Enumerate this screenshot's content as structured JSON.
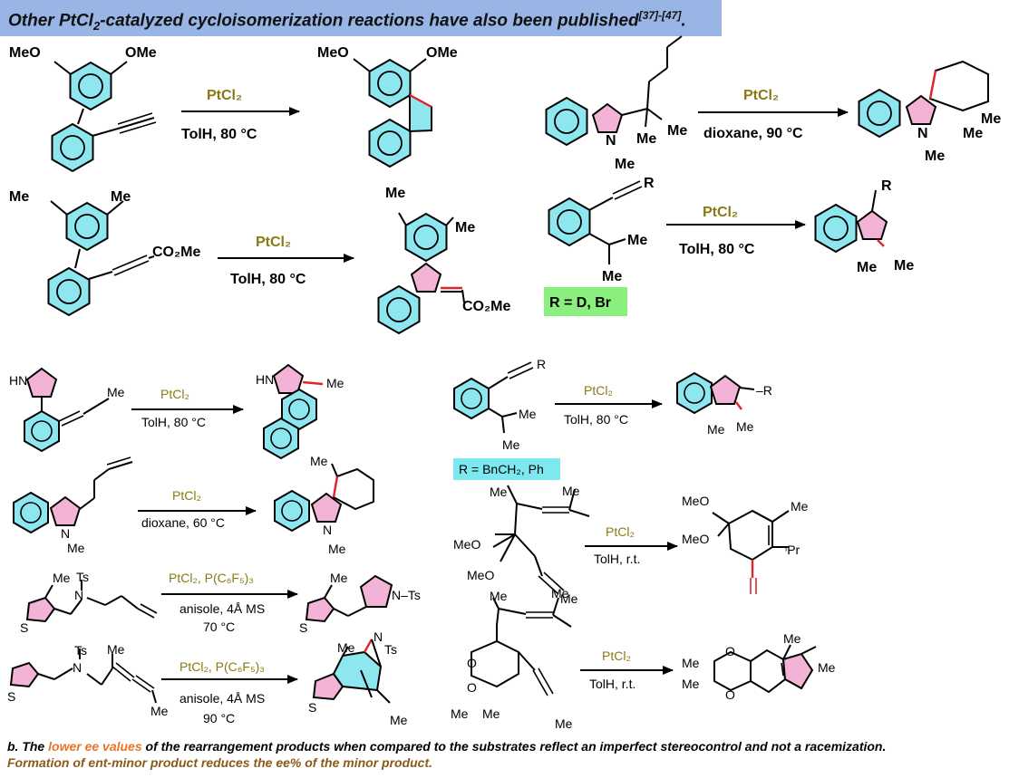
{
  "banner": {
    "pre": "Other PtCl",
    "sub": "2",
    "post": "-catalyzed cycloisomerization reactions have also been published",
    "refs": "[37]-[47]",
    "end": "."
  },
  "atoms": {
    "ome": "OMe",
    "meo": "MeO",
    "me": "Me",
    "n": "N",
    "hn": "HN",
    "s": "S",
    "ts": "Ts",
    "nts": "N–Ts",
    "o": "O",
    "r": "R",
    "co2me": "CO₂Me",
    "ipr": "ᶦPr",
    "mr": "–R"
  },
  "reactions": {
    "r1": {
      "catalyst": "PtCl₂",
      "conditions": "TolH, 80 °C"
    },
    "r2": {
      "catalyst": "PtCl₂",
      "conditions": "dioxane, 90 °C"
    },
    "r3": {
      "catalyst": "PtCl₂",
      "conditions": "TolH, 80 °C"
    },
    "r4": {
      "catalyst": "PtCl₂",
      "conditions": "TolH, 80 °C",
      "r_label": "R = D, Br"
    },
    "r5": {
      "catalyst": "PtCl₂",
      "conditions": "TolH, 80 °C"
    },
    "r6": {
      "catalyst": "PtCl₂",
      "conditions": "TolH, 80 °C",
      "r_label": "R = BnCH₂, Ph"
    },
    "r7": {
      "catalyst": "PtCl₂",
      "conditions": "dioxane, 60 °C"
    },
    "r8": {
      "catalyst": "PtCl₂",
      "conditions": "TolH, r.t."
    },
    "r9": {
      "catalyst": "PtCl₂, P(C₆F₅)₃",
      "conditions": "anisole, 4Å MS",
      "temp": "70 °C"
    },
    "r10": {
      "catalyst": "PtCl₂, P(C₆F₅)₃",
      "conditions": "anisole, 4Å MS",
      "temp": "90 °C"
    },
    "r11": {
      "catalyst": "PtCl₂",
      "conditions": "TolH, r.t."
    }
  },
  "footnote": {
    "a": "b. The ",
    "highlight": "lower ee values",
    "b": " of the rearrangement products when compared to the substrates reflect an imperfect stereocontrol and not a racemization.",
    "line2": "Formation of ent-minor product reduces the ee% of the minor product."
  },
  "colors": {
    "banner": "#98b5e6",
    "ring_fill": "#8ee6ee",
    "ring_fill_pink": "#f3b3d6",
    "new_bond": "#e0262b",
    "catalyst": "#8a7a13",
    "r_label_bg": "#8bef7e",
    "r_label_bg2": "#7de8f0",
    "highlight": "#e8742b",
    "footnote2": "#8a5a17"
  }
}
